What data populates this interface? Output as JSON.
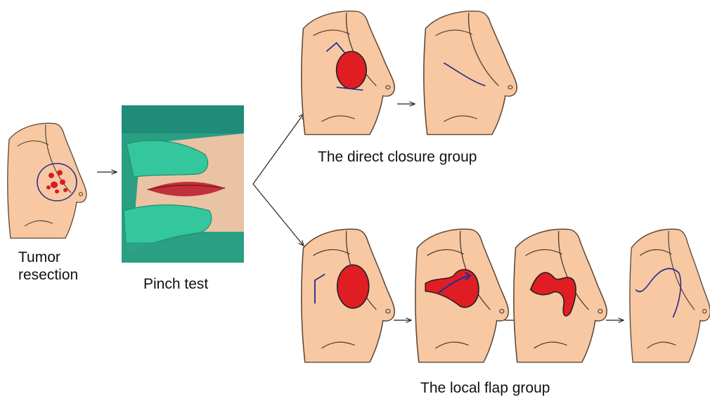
{
  "steps": {
    "resection_line1": "Tumor",
    "resection_line2": "resection",
    "pinch": "Pinch test"
  },
  "groups": {
    "direct": "The direct closure group",
    "flap": "The local flap group"
  },
  "colors": {
    "skin": "#f7c8a2",
    "wound": "#e11d24",
    "incision": "#2c2f8f",
    "glove": "#2fb58f",
    "drape": "#1e8c78"
  }
}
